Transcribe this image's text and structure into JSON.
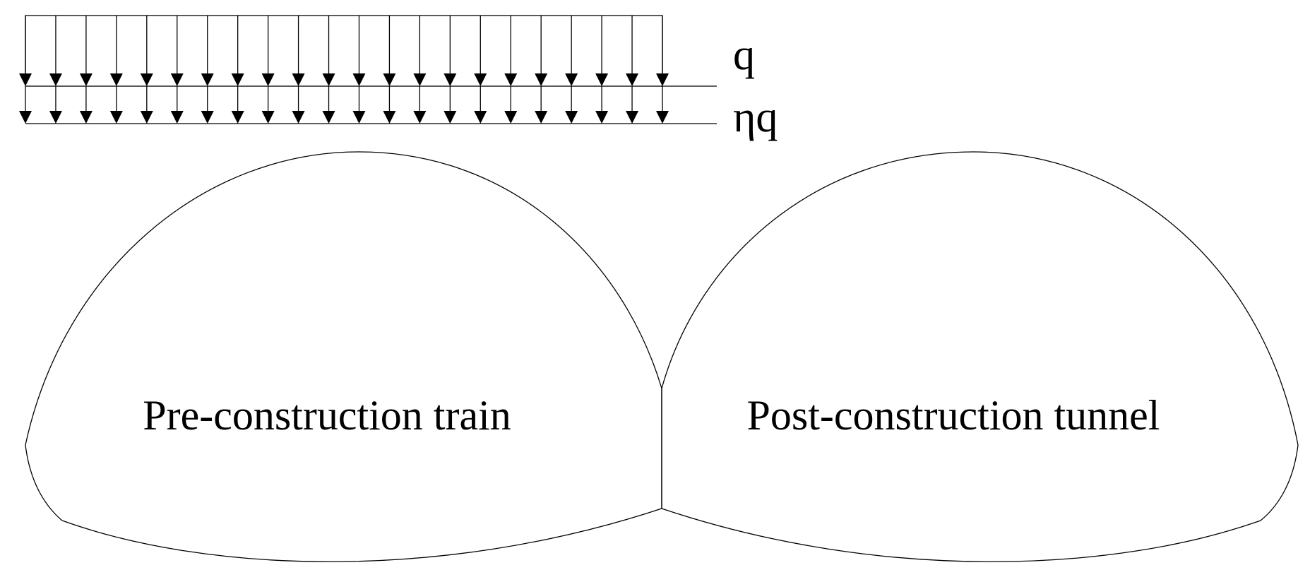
{
  "load_labels": {
    "upper": "q",
    "lower": "ηq"
  },
  "tunnels": {
    "left_label": "Pre-construction train",
    "right_label": "Post-construction tunnel"
  },
  "colors": {
    "line": "#000000",
    "background": "#ffffff"
  }
}
